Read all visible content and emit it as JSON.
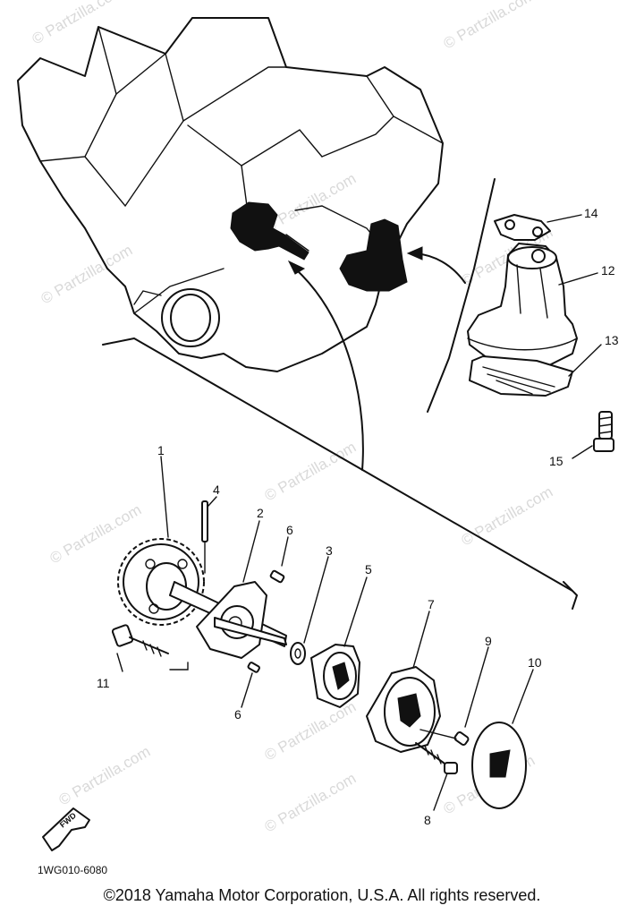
{
  "watermarks": [
    "© Partzilla.com",
    "© Partzilla.com",
    "© Partzilla.com",
    "© Partzilla.com",
    "© Partzilla.com",
    "© Partzilla.com",
    "© Partzilla.com",
    "© Partzilla.com",
    "© Partzilla.com",
    "© Partzilla.com",
    "© Partzilla.com",
    "© Partzilla.com"
  ],
  "callouts": {
    "c1": "1",
    "c2": "2",
    "c3": "3",
    "c4": "4",
    "c5": "5",
    "c6a": "6",
    "c6b": "6",
    "c7": "7",
    "c8": "8",
    "c9": "9",
    "c10": "10",
    "c11": "11",
    "c12": "12",
    "c13": "13",
    "c14": "14",
    "c15": "15"
  },
  "diagram_code": "1WG010-6080",
  "fwd_label": "FWD",
  "copyright": "©2018 Yamaha Motor Corporation, U.S.A. All rights reserved."
}
